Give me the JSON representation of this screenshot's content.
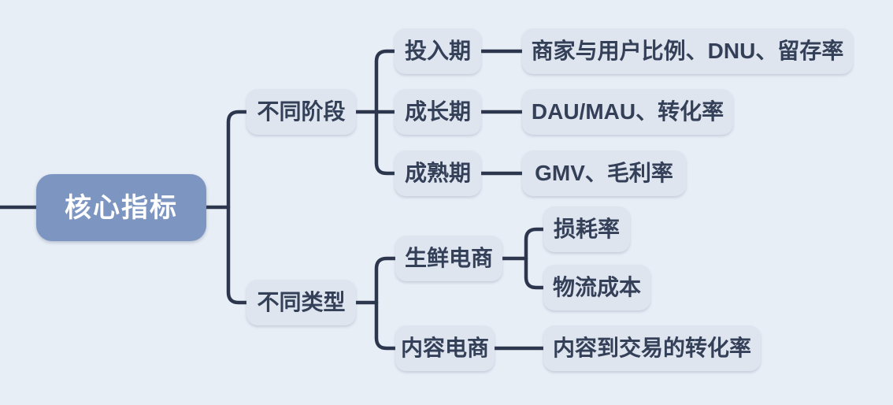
{
  "colors": {
    "canvas_bg": "#e8eef6",
    "root_node_bg": "#7c95c1",
    "root_node_text": "#ffffff",
    "node_bg": "#dee5ef",
    "node_text": "#343f58",
    "connector": "#2c374e"
  },
  "mindmap": {
    "root": {
      "label": "核心指标"
    },
    "branches": [
      {
        "label": "不同阶段",
        "children": [
          {
            "label": "投入期",
            "metrics": [
              "商家与用户比例、DNU、留存率"
            ]
          },
          {
            "label": "成长期",
            "metrics": [
              "DAU/MAU、转化率"
            ]
          },
          {
            "label": "成熟期",
            "metrics": [
              "GMV、毛利率"
            ]
          }
        ]
      },
      {
        "label": "不同类型",
        "children": [
          {
            "label": "生鲜电商",
            "metrics": [
              "损耗率",
              "物流成本"
            ]
          },
          {
            "label": "内容电商",
            "metrics": [
              "内容到交易的转化率"
            ]
          }
        ]
      }
    ]
  }
}
